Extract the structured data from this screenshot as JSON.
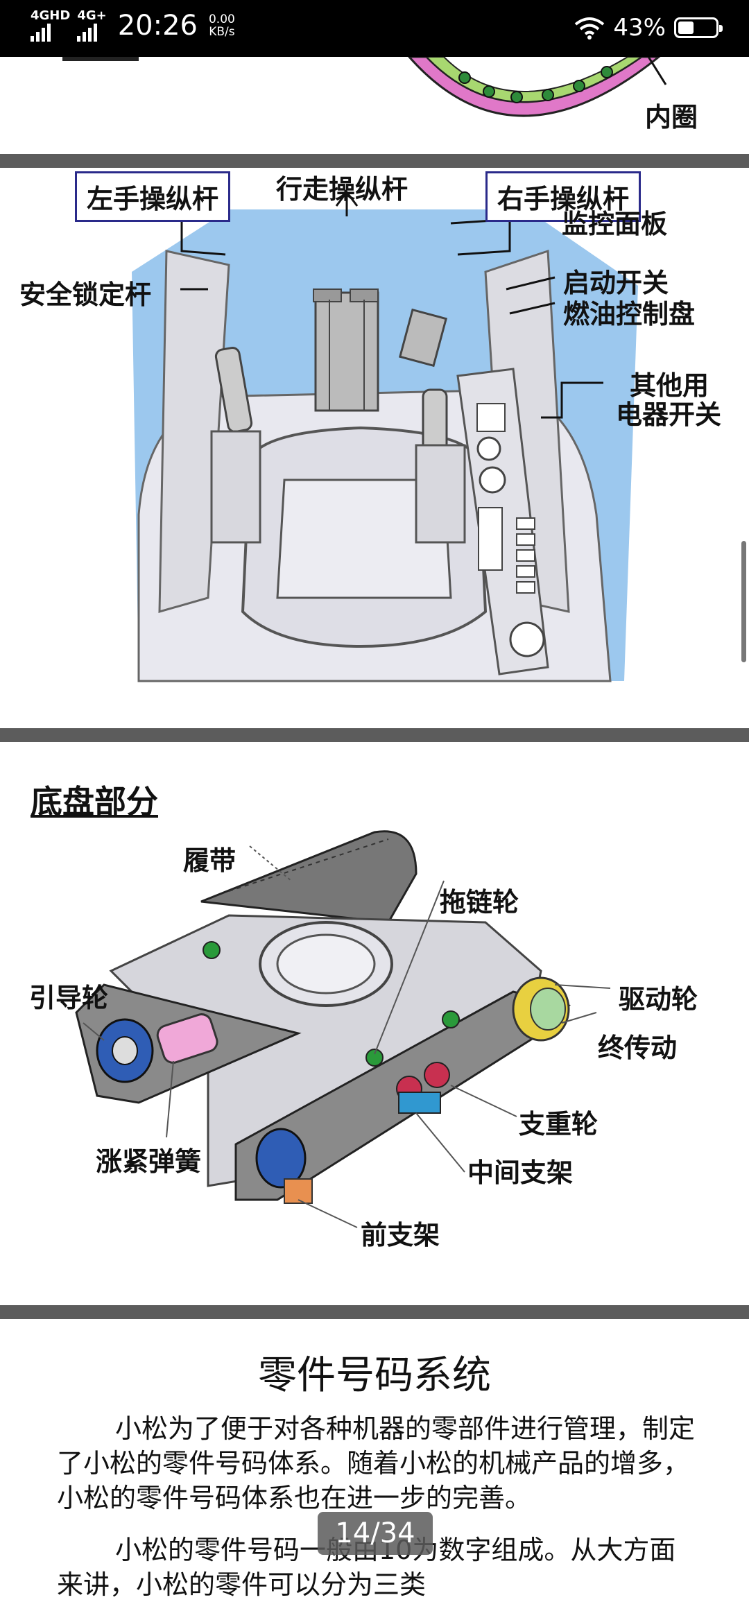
{
  "status_bar": {
    "net1": "4GHD",
    "net2": "4G+",
    "time": "20:26",
    "speed_value": "0.00",
    "speed_unit": "KB/s",
    "battery": "43%",
    "battery_level": 0.43
  },
  "slide_top": {
    "label": "内圈"
  },
  "cab_slide": {
    "left_lever": "左手操纵杆",
    "travel_lever": "行走操纵杆",
    "right_lever": "右手操纵杆",
    "monitor_panel": "监控面板",
    "safety_lock": "安全锁定杆",
    "start_switch": "启动开关",
    "fuel_dial": "燃油控制盘",
    "other_switches_line1": "其他用",
    "other_switches_line2": "电器开关"
  },
  "chassis_slide": {
    "title": "底盘部分",
    "track": "履带",
    "carrier_roller": "拖链轮",
    "idler": "引导轮",
    "sprocket": "驱动轮",
    "final_drive": "终传动",
    "track_roller": "支重轮",
    "recoil_spring": "涨紧弹簧",
    "center_bracket": "中间支架",
    "front_bracket": "前支架"
  },
  "doc": {
    "title": "零件号码系统",
    "para1": "小松为了便于对各种机器的零部件进行管理，制定了小松的零件号码体系。随着小松的机械产品的增多，小松的零件号码体系也在进一步的完善。",
    "para2": "小松的零件号码一般由10为数字组成。从大方面来讲，小松的零件可以分为三类"
  },
  "page_indicator": "14/34"
}
